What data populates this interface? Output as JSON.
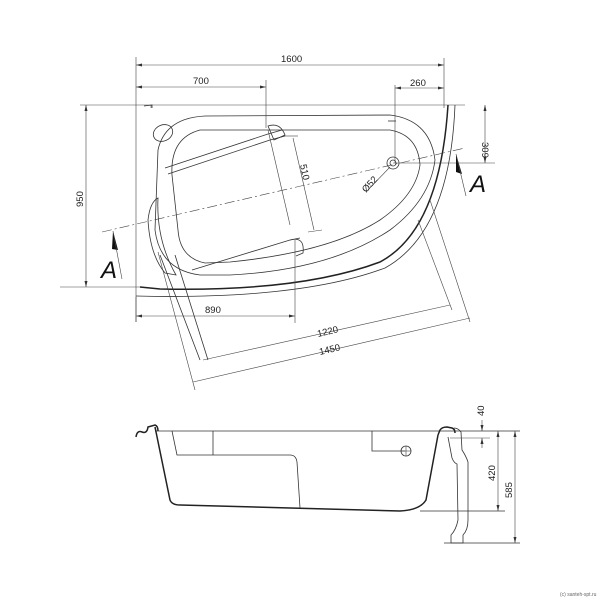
{
  "drawing": {
    "title": "Asymmetric corner bathtub technical drawing",
    "top_view": {
      "dimensions": {
        "overall_length": "1600",
        "seat_length": "700",
        "drain_offset": "260",
        "drain_from_wall": "309",
        "overall_width": "950",
        "seat_depth": "510",
        "drain_diameter": "Ø52",
        "front_length": "890",
        "inner_length": "1220",
        "diagonal_length": "1450"
      },
      "section_marks": [
        "A",
        "A"
      ]
    },
    "side_view": {
      "dimensions": {
        "rim_thickness": "40",
        "inner_depth": "420",
        "total_height": "585"
      }
    },
    "watermark": "(c) santeh-spt.ru"
  }
}
